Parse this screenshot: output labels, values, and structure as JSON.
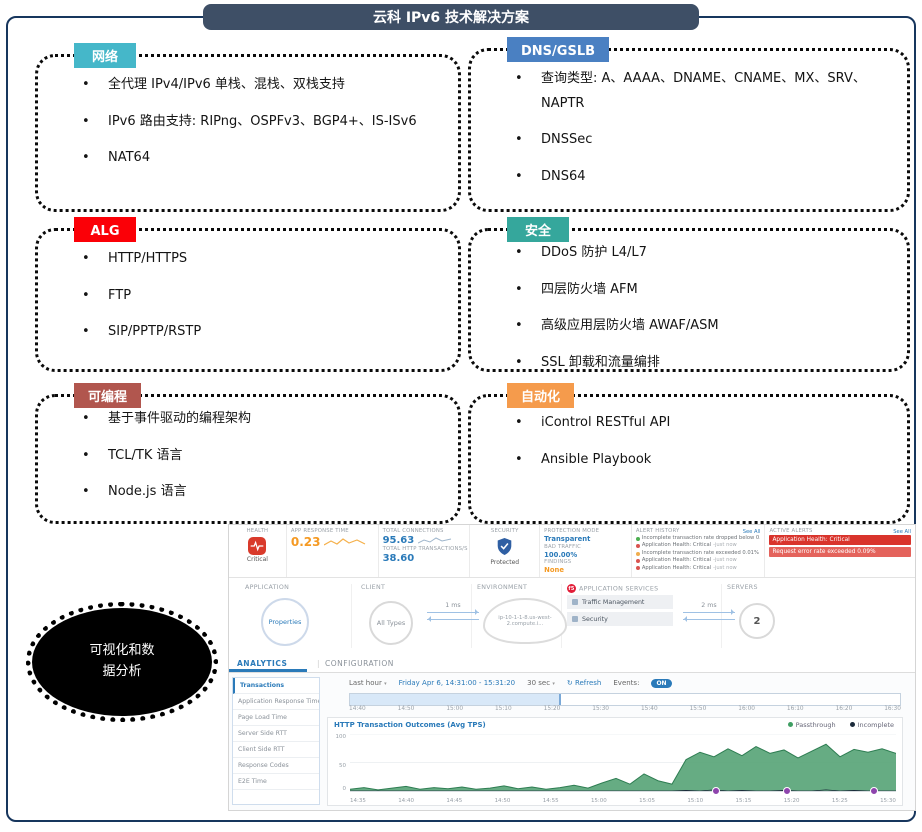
{
  "title": "云科 IPv6 技术解决方案",
  "icons": {
    "bullet": "•",
    "chevron_down": "▾",
    "refresh": "↻",
    "check": "✓",
    "f5": "f5"
  },
  "ellipse": {
    "line1": "可视化和数",
    "line2": "据分析"
  },
  "boxes": [
    {
      "label": "网络",
      "color": "#45b7c9",
      "items": [
        "全代理 IPv4/IPv6 单栈、混栈、双栈支持",
        "IPv6 路由支持: RIPng、OSPFv3、BGP4+、IS-ISv6",
        "NAT64"
      ]
    },
    {
      "label": "DNS/GSLB",
      "color": "#4a80c2",
      "items": [
        "查询类型: A、AAAA、DNAME、CNAME、MX、SRV、NAPTR",
        "DNSSec",
        "DNS64"
      ]
    },
    {
      "label": "ALG",
      "color": "#fb0007",
      "items": [
        "HTTP/HTTPS",
        "FTP",
        "SIP/PPTP/RSTP"
      ]
    },
    {
      "label": "安全",
      "color": "#35a79c",
      "items": [
        "DDoS 防护 L4/L7",
        "四层防火墙 AFM",
        "高级应用层防火墙 AWAF/ASM",
        "SSL 卸载和流量编排"
      ]
    },
    {
      "label": "可编程",
      "color": "#b1564e",
      "items": [
        "基于事件驱动的编程架构",
        "TCL/TK 语言",
        "Node.js 语言"
      ]
    },
    {
      "label": "自动化",
      "color": "#f59b4c",
      "items": [
        "iControl RESTful API",
        "Ansible Playbook"
      ]
    }
  ],
  "dashboard": {
    "kpi": {
      "health": {
        "label": "HEALTH",
        "status": "Critical"
      },
      "app_response_time": {
        "label": "APP RESPONSE TIME",
        "value": "0.23"
      },
      "total_connections": {
        "label": "TOTAL CONNECTIONS",
        "value": "95.63"
      },
      "total_http": {
        "label": "TOTAL HTTP TRANSACTIONS/S",
        "value": "38.60"
      },
      "security": {
        "label": "SECURITY",
        "status": "Protected"
      },
      "protection_mode": {
        "label": "PROTECTION MODE",
        "value": "Transparent"
      },
      "bad_traffic": {
        "label": "BAD TRAFFIC",
        "value": "100.00%"
      },
      "findings": {
        "label": "FINDINGS",
        "value": "None"
      },
      "alert_history": {
        "label": "ALERT HISTORY",
        "see_all": "See All",
        "items": [
          {
            "dot": "#4caf50",
            "text": "Incomplete transaction rate dropped below 0...",
            "time": "just now"
          },
          {
            "dot": "#d9534f",
            "text": "Application Health: Critical",
            "time": "just now"
          },
          {
            "dot": "#f0ad4e",
            "text": "Incomplete transaction rate exceeded 0.01%",
            "time": "just now"
          },
          {
            "dot": "#d9534f",
            "text": "Application Health: Critical",
            "time": "just now"
          },
          {
            "dot": "#d9534f",
            "text": "Application Health: Critical",
            "time": "just now"
          }
        ]
      },
      "active_alerts": {
        "label": "ACTIVE ALERTS",
        "see_all": "See All",
        "items": [
          {
            "text": "Application Health: Critical",
            "bg": "#d9342c"
          },
          {
            "text": "Request error rate exceeded 0.09%",
            "bg": "#e4635c"
          }
        ]
      }
    },
    "app_map": {
      "columns": [
        "APPLICATION",
        "CLIENT",
        "ENVIRONMENT",
        "APPLICATION SERVICES",
        "SERVERS"
      ],
      "application": "Properties",
      "client": "All Types",
      "environment": "ip-10-1-1-8.us-west-2.compute.i...",
      "services": [
        "Traffic Management",
        "Security"
      ],
      "servers": "2",
      "latency_client": "1 ms",
      "latency_server": "2 ms"
    },
    "analytics": {
      "tabs": [
        "ANALYTICS",
        "CONFIGURATION"
      ],
      "sidebar": [
        "Transactions",
        "Application Response Time",
        "Page Load Time",
        "Server Side RTT",
        "Client Side RTT",
        "Response Codes",
        "E2E Time"
      ],
      "controls": {
        "range": "Last hour",
        "date": "Friday Apr 6, 14:31:00 - 15:31:20",
        "interval": "30 sec",
        "refresh": "Refresh",
        "events_label": "Events:",
        "events_state": "ON"
      },
      "timeline_ticks": [
        "14:40",
        "14:50",
        "15:00",
        "15:10",
        "15:20",
        "15:30",
        "15:40",
        "15:50",
        "16:00",
        "16:10",
        "16:20",
        "16:30"
      ]
    }
  },
  "chart_data": {
    "type": "area",
    "title": "HTTP Transaction Outcomes (Avg TPS)",
    "xlabel": "",
    "ylabel": "Avg TPS",
    "ylim": [
      0,
      100
    ],
    "y_ticks": [
      0,
      50,
      100
    ],
    "x_ticks": [
      "14:35",
      "14:40",
      "14:45",
      "14:50",
      "14:55",
      "15:00",
      "15:05",
      "15:10",
      "15:15",
      "15:20",
      "15:25",
      "15:30"
    ],
    "legend": [
      {
        "name": "Passthrough",
        "color": "#3f9e63"
      },
      {
        "name": "Incomplete",
        "color": "#1b2a3a"
      }
    ],
    "series": [
      {
        "name": "Passthrough",
        "values": [
          3,
          6,
          2,
          5,
          8,
          3,
          6,
          4,
          7,
          3,
          5,
          9,
          4,
          7,
          3,
          6,
          10,
          5,
          14,
          22,
          12,
          30,
          18,
          12,
          55,
          68,
          60,
          74,
          62,
          78,
          66,
          72,
          58,
          70,
          82,
          60,
          73,
          68,
          74,
          66
        ]
      },
      {
        "name": "Incomplete",
        "values": [
          0,
          0,
          0,
          0,
          0,
          0,
          0,
          0,
          0,
          0,
          0,
          0,
          0,
          0,
          0,
          0,
          0,
          0,
          0,
          0,
          0,
          0,
          0,
          0,
          1,
          0,
          2,
          0,
          1,
          0,
          0,
          1,
          0,
          0,
          2,
          0,
          1,
          0,
          0,
          0
        ]
      }
    ],
    "event_marker_positions": [
      0.67,
      0.8,
      0.96
    ],
    "grid": true,
    "legend_position": "top-right"
  }
}
